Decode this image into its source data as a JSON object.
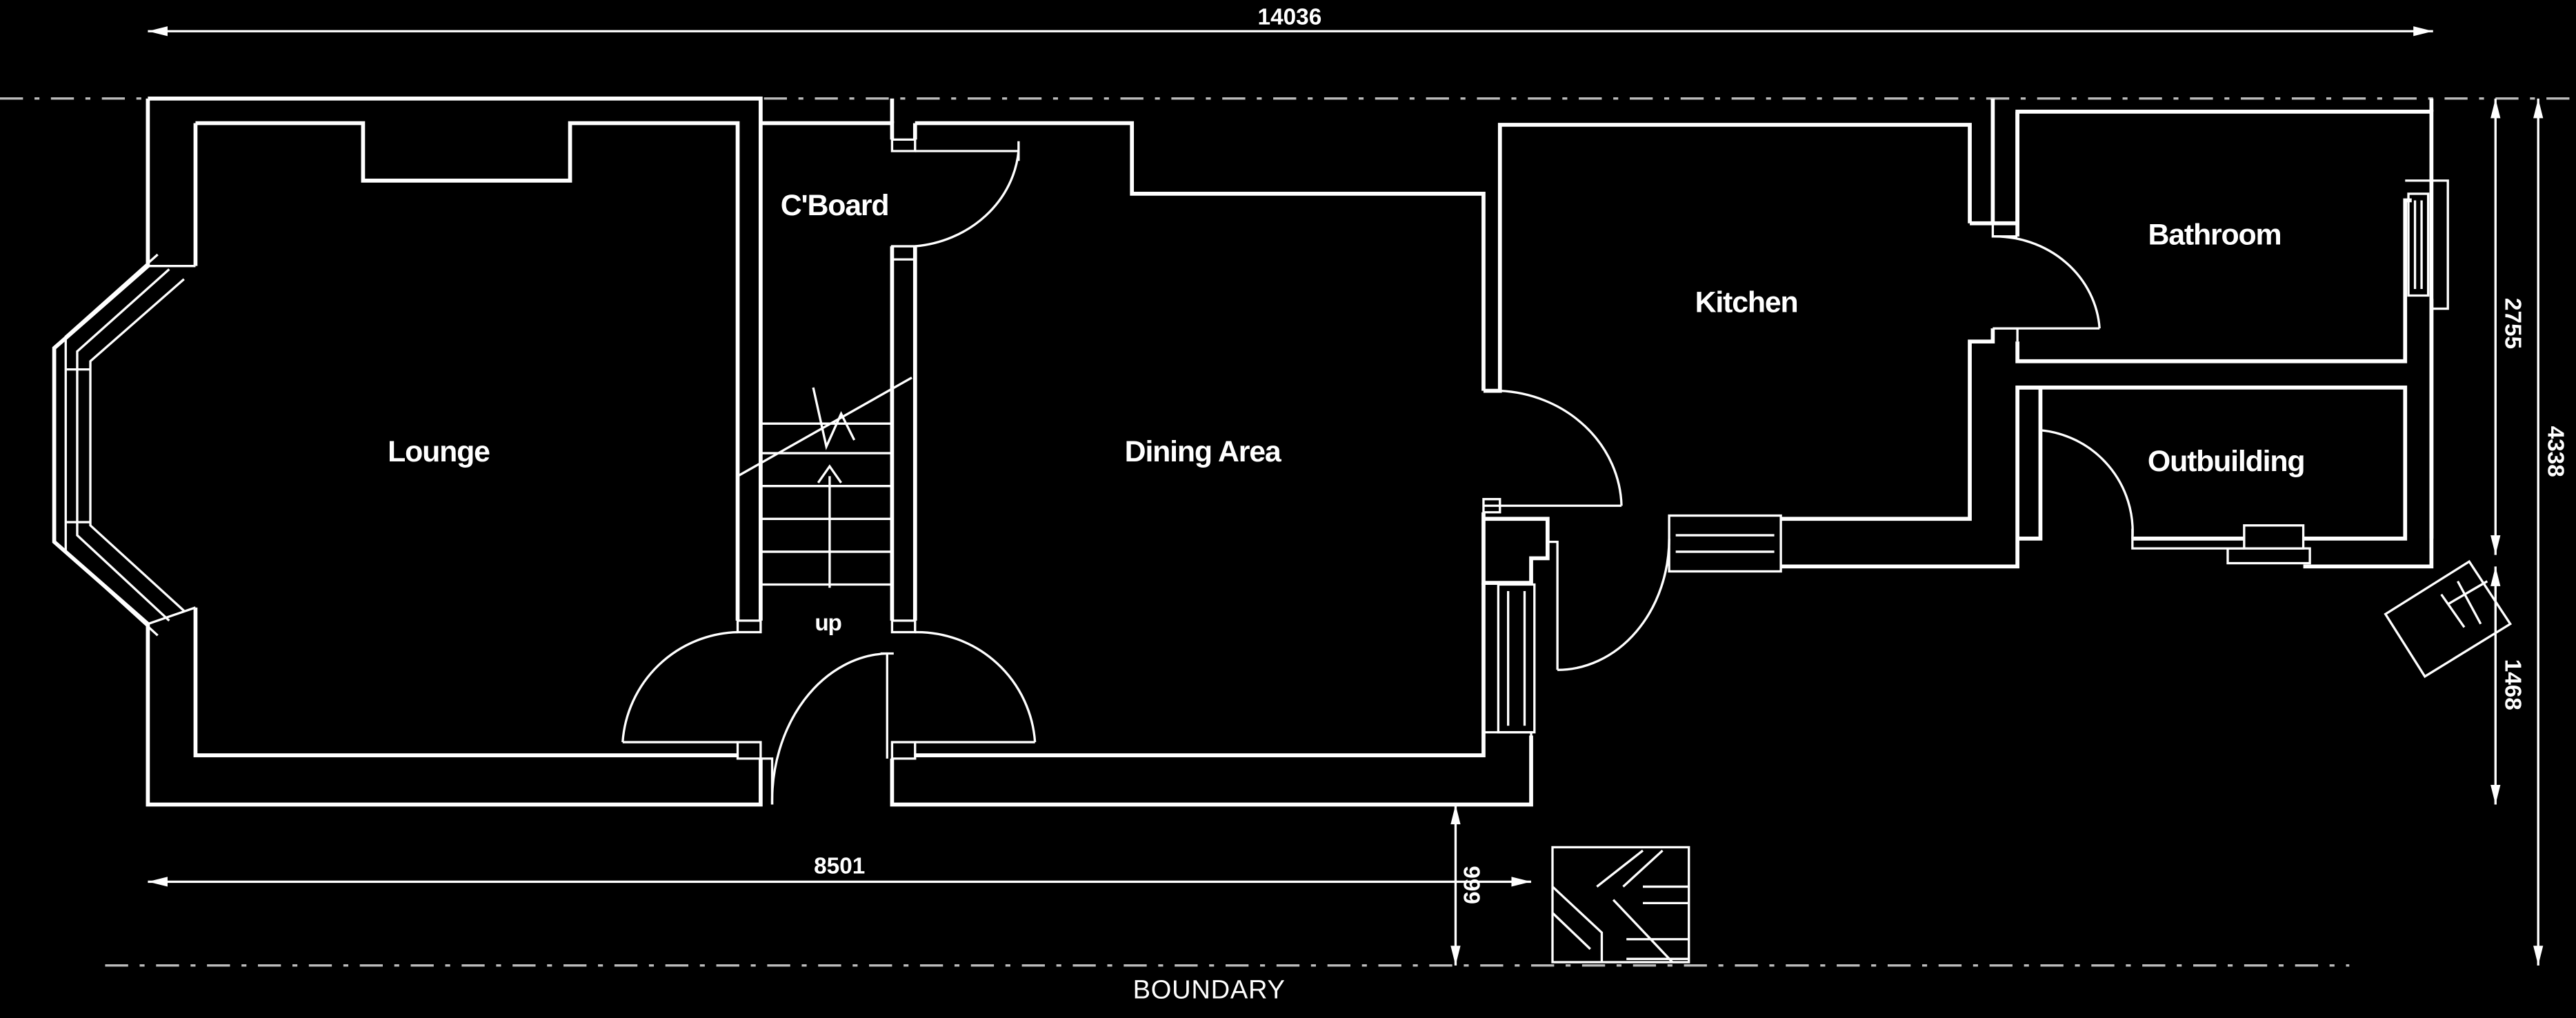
{
  "rooms": {
    "lounge": "Lounge",
    "cupboard": "C'Board",
    "dining": "Dining Area",
    "kitchen": "Kitchen",
    "bathroom": "Bathroom",
    "outbuilding": "Outbuilding"
  },
  "stairs_label": "up",
  "boundary_label": "BOUNDARY",
  "dimensions": {
    "overall_width": "14036",
    "front_width": "8501",
    "front_setback": "999",
    "rear_depth": "2755",
    "overall_depth": "4338",
    "side_depth": "1468"
  }
}
